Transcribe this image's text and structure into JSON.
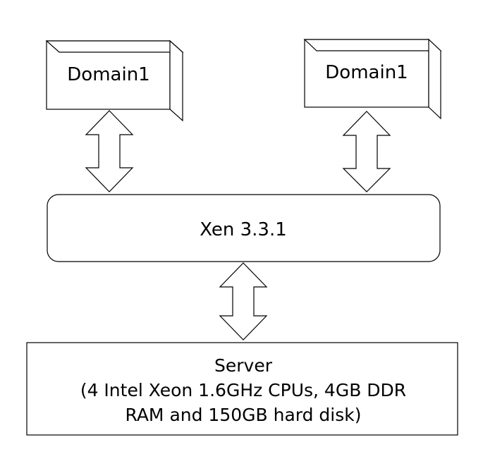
{
  "diagram": {
    "domain_left": {
      "label": "Domain1"
    },
    "domain_right": {
      "label": "Domain1"
    },
    "hypervisor": {
      "label": "Xen 3.3.1"
    },
    "server": {
      "lines": [
        "Server",
        "(4 Intel Xeon 1.6GHz CPUs, 4GB DDR",
        "RAM and 150GB hard disk)"
      ]
    },
    "colors": {
      "stroke": "#000000",
      "fill": "#ffffff"
    }
  }
}
